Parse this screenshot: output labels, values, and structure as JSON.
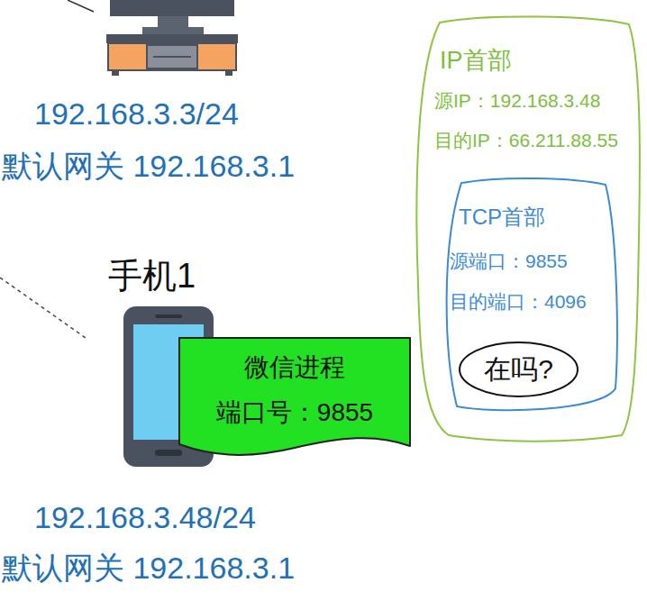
{
  "diagram": {
    "nodes": [
      {
        "text": [
          "IP首部",
          "源IP：192.168.3.48",
          "目的IP：66.211.88.55"
        ]
      },
      {
        "text": [
          "TCP首部",
          "源端口：9855",
          "目的端口：4096"
        ],
        "in": 0
      },
      {
        "text": [
          "在吗?"
        ],
        "in": 1
      },
      {
        "text": [
          "微信进程",
          "端口号：9855"
        ]
      }
    ],
    "labels": [
      "192.168.3.3/24",
      "默认网关 192.168.3.1",
      "手机1",
      "192.168.3.48/24",
      "默认网关 192.168.3.1"
    ]
  }
}
